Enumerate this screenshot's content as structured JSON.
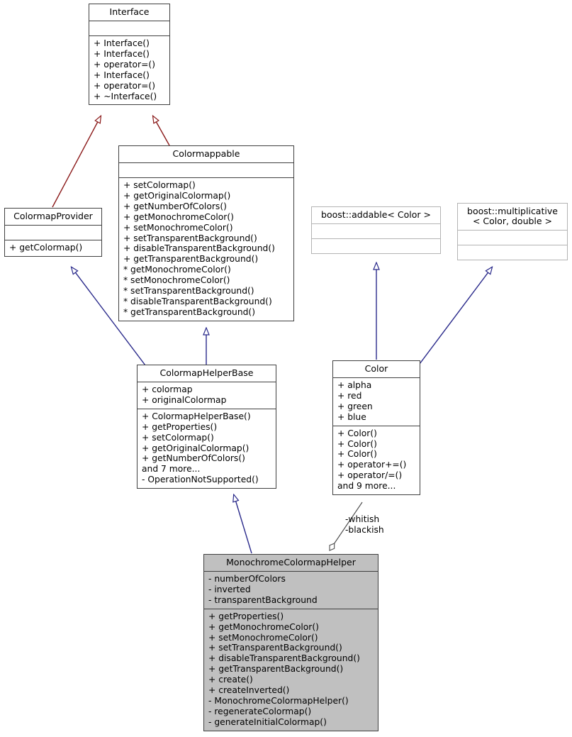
{
  "diagram": {
    "kind": "uml-class-inheritance-diagram",
    "background": "#ffffff",
    "colors": {
      "inheritance_red": "#8b1a1a",
      "inheritance_blue": "#2a2a8b",
      "association_gray": "#4d4d4d",
      "node_border": "#404040",
      "boost_border": "#b3b3b3",
      "highlight_fill": "#c0c0c0"
    }
  },
  "nodes": {
    "interface": {
      "title": "Interface",
      "attributes": [],
      "operations": [
        "+ Interface()",
        "+ Interface()",
        "+ operator=()",
        "+ Interface()",
        "+ operator=()",
        "+ ~Interface()"
      ]
    },
    "colormappable": {
      "title": "Colormappable",
      "attributes": [],
      "operations": [
        "+ setColormap()",
        "+ getOriginalColormap()",
        "+ getNumberOfColors()",
        "+ getMonochromeColor()",
        "+ setMonochromeColor()",
        "+ setTransparentBackground()",
        "+ disableTransparentBackground()",
        "+ getTransparentBackground()",
        "* getMonochromeColor()",
        "* setMonochromeColor()",
        "* setTransparentBackground()",
        "* disableTransparentBackground()",
        "* getTransparentBackground()"
      ]
    },
    "colormapprovider": {
      "title": "ColormapProvider",
      "attributes": [],
      "operations": [
        "+ getColormap()"
      ]
    },
    "boost_addable": {
      "title": "boost::addable< Color >",
      "attributes": [],
      "operations": []
    },
    "boost_multiplicative": {
      "title": "boost::multiplicative\n< Color, double >",
      "attributes": [],
      "operations": []
    },
    "colormaphelperbase": {
      "title": "ColormapHelperBase",
      "attributes": [
        "+ colormap",
        "+ originalColormap"
      ],
      "operations": [
        "+ ColormapHelperBase()",
        "+ getProperties()",
        "+ setColormap()",
        "+ getOriginalColormap()",
        "+ getNumberOfColors()",
        "and 7 more...",
        "- OperationNotSupported()"
      ]
    },
    "color": {
      "title": "Color",
      "attributes": [
        "+ alpha",
        "+ red",
        "+ green",
        "+ blue"
      ],
      "operations": [
        "+ Color()",
        "+ Color()",
        "+ Color()",
        "+ operator+=()",
        "+ operator/=()",
        "and 9 more..."
      ]
    },
    "monochromecolormaphelper": {
      "title": "MonochromeColormapHelper",
      "attributes": [
        "- numberOfColors",
        "- inverted",
        "- transparentBackground"
      ],
      "operations": [
        "+ getProperties()",
        "+ getMonochromeColor()",
        "+ setMonochromeColor()",
        "+ setTransparentBackground()",
        "+ disableTransparentBackground()",
        "+ getTransparentBackground()",
        "+ create()",
        "+ createInverted()",
        "- MonochromeColormapHelper()",
        "- regenerateColormap()",
        "- generateInitialColormap()"
      ]
    }
  },
  "edges": {
    "association_labels": {
      "color_to_monochrome": "-whitish\n-blackish"
    }
  }
}
